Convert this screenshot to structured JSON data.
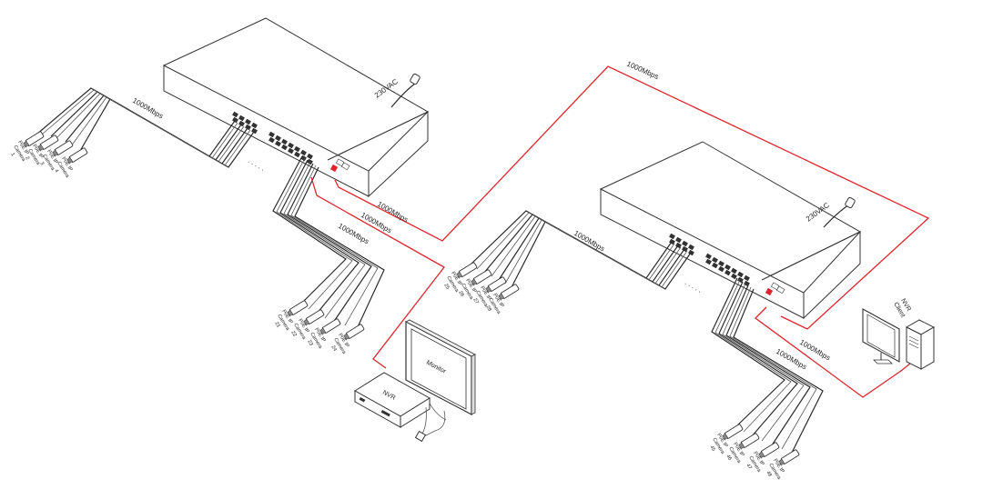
{
  "links": {
    "switch1_cams_left": "1000Mbps",
    "switch1_cams_bottom": "1000Mbps",
    "switch1_nvr": "1000Mbps",
    "uplink_switch1_bottom": "1000Mbps",
    "uplink_top": "1000Mbps",
    "switch2_cams_left": "1000Mbps",
    "switch2_cams_bottom": "1000Mbps",
    "switch2_nvr_client": "1000Mbps"
  },
  "power": {
    "switch1": "230VAC",
    "switch2": "230VAC"
  },
  "ellipsis": {
    "switch1": ". . . . .",
    "switch2": ". . . . ."
  },
  "devices": {
    "nvr": "NVR",
    "monitor": "Monitor",
    "nvr_client_line1": "NVR",
    "nvr_client_line2": "Client"
  },
  "camera_groups": [
    {
      "group": "switch1-left",
      "cameras": [
        {
          "l1": "PoE IP",
          "l2": "Camera",
          "n": "1"
        },
        {
          "l1": "PoE IP",
          "l2": "Camera",
          "n": "2"
        },
        {
          "l1": "PoE IP",
          "l2": "Camera",
          "n": "3"
        },
        {
          "l1": "PoE IP",
          "l2": "Camera",
          "n": "4"
        }
      ]
    },
    {
      "group": "switch1-bottom",
      "cameras": [
        {
          "l1": "PoE IP",
          "l2": "Camera",
          "n": "21"
        },
        {
          "l1": "PoE IP",
          "l2": "Camera",
          "n": "22"
        },
        {
          "l1": "PoE IP",
          "l2": "Camera",
          "n": "23"
        },
        {
          "l1": "PoE IP",
          "l2": "Camera",
          "n": "24"
        }
      ]
    },
    {
      "group": "switch2-left",
      "cameras": [
        {
          "l1": "PoE IP",
          "l2": "Camera",
          "n": "25"
        },
        {
          "l1": "PoE IP",
          "l2": "Camera",
          "n": "26"
        },
        {
          "l1": "PoE IP",
          "l2": "Camera",
          "n": "27"
        },
        {
          "l1": "PoE IP",
          "l2": "Camera",
          "n": "28"
        }
      ]
    },
    {
      "group": "switch2-bottom",
      "cameras": [
        {
          "l1": "PoE IP",
          "l2": "Camera",
          "n": "45"
        },
        {
          "l1": "PoE IP",
          "l2": "Camera",
          "n": "46"
        },
        {
          "l1": "PoE IP",
          "l2": "Camera",
          "n": "47"
        },
        {
          "l1": "PoE IP",
          "l2": "Camera",
          "n": "48"
        }
      ]
    }
  ],
  "colors": {
    "uplink": "#e0242b",
    "cable": "#2a2a2a"
  }
}
